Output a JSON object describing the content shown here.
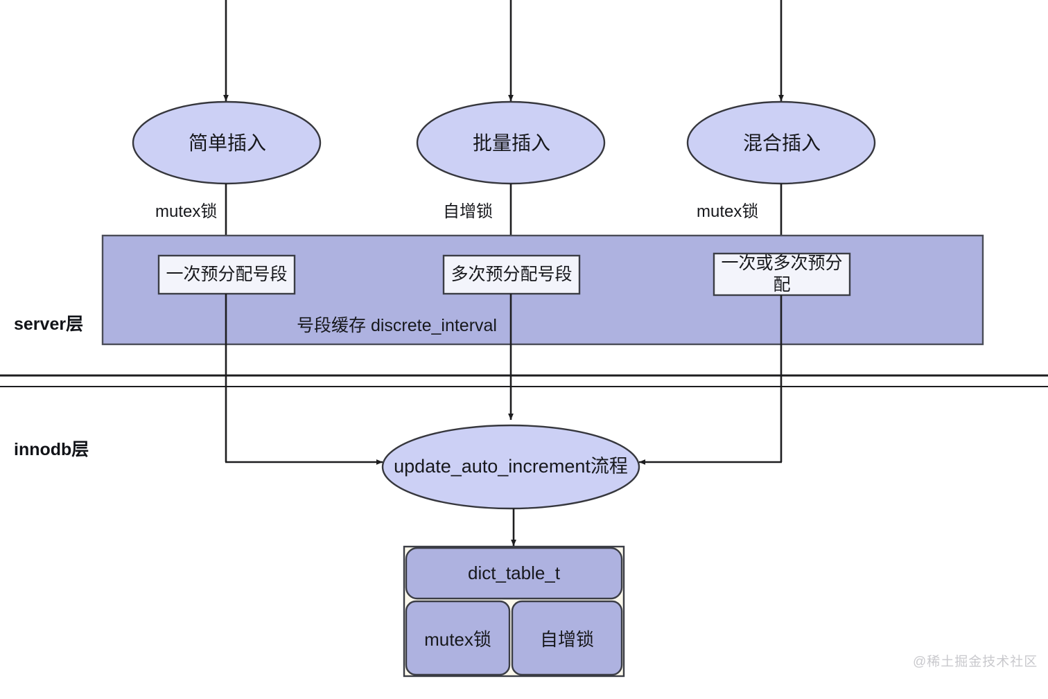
{
  "diagram": {
    "title": "MySQL auto_increment lock flow",
    "colors": {
      "ellipse_fill": "#ccd0f5",
      "ellipse_stroke": "#36373d",
      "band_fill": "#aeb2e0",
      "band_stroke": "#4a4c57",
      "box_fill": "#f3f4fb",
      "box_stroke": "#3b3d45",
      "struct_fill": "#aeb2e0",
      "struct_outer_fill": "#fbf8ec",
      "struct_stroke": "#3b3d45",
      "line": "#1d1d1f",
      "text": "#17181c",
      "watermark": "#c9c9cd"
    },
    "top_nodes": [
      {
        "id": "simple-insert",
        "label": "简单插入"
      },
      {
        "id": "batch-insert",
        "label": "批量插入"
      },
      {
        "id": "mixed-insert",
        "label": "混合插入"
      }
    ],
    "edge_labels": [
      {
        "id": "edge-label-mutex-left",
        "label": "mutex锁"
      },
      {
        "id": "edge-label-auto-inc",
        "label": "自增锁"
      },
      {
        "id": "edge-label-mutex-right",
        "label": "mutex锁"
      }
    ],
    "layers": [
      {
        "id": "server-layer",
        "label": "server层"
      },
      {
        "id": "innodb-layer",
        "label": "innodb层"
      }
    ],
    "server_band": {
      "boxes": [
        {
          "id": "prealloc-once",
          "label": "一次预分配号段"
        },
        {
          "id": "prealloc-multiple",
          "label": "多次预分配号段"
        },
        {
          "id": "prealloc-once-or-multi",
          "label": "一次或多次预分\n配"
        }
      ],
      "cache_label": "号段缓存 discrete_interval"
    },
    "innodb": {
      "process_node": {
        "id": "update-auto-increment",
        "label": "update_auto_increment流程"
      },
      "structure": {
        "id": "dict-table-t",
        "title": "dict_table_t",
        "members": [
          {
            "id": "member-mutex-lock",
            "label": "mutex锁"
          },
          {
            "id": "member-auto-inc-lock",
            "label": "自增锁"
          }
        ]
      }
    },
    "watermark": "@稀土掘金技术社区"
  }
}
